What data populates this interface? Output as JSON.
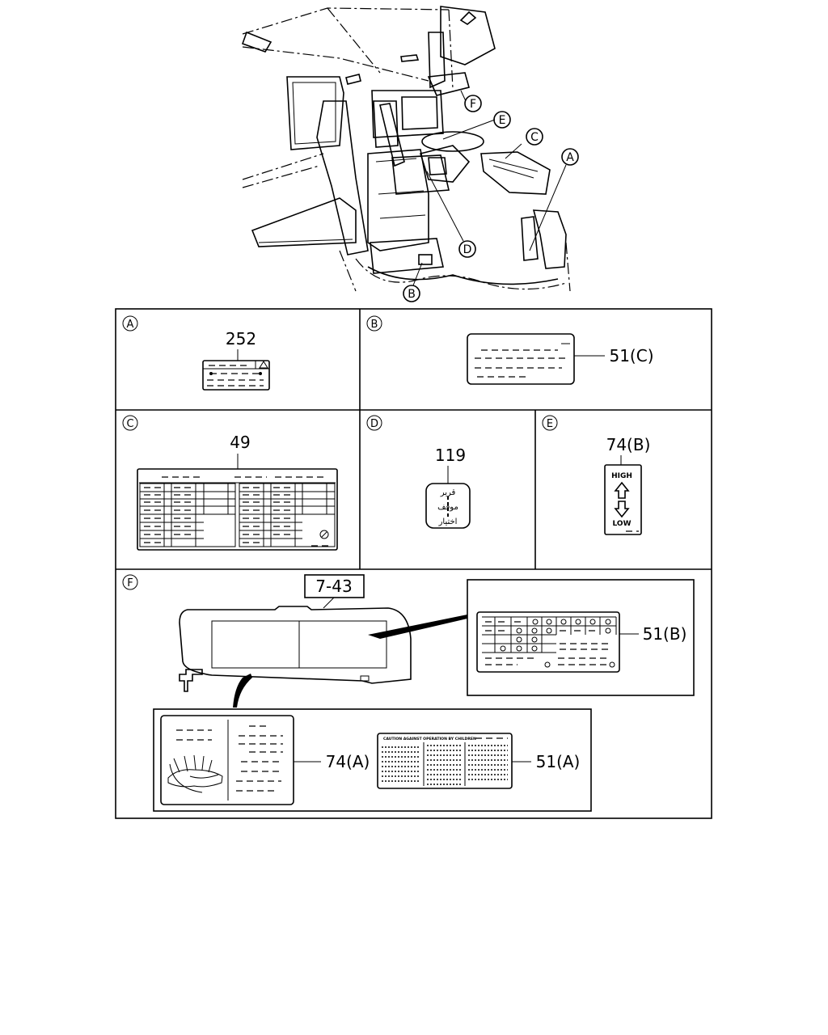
{
  "callouts": [
    "A",
    "B",
    "C",
    "D",
    "E",
    "F"
  ],
  "panels": {
    "A": {
      "letter": "A",
      "part": "252"
    },
    "B": {
      "letter": "B",
      "part": "51(C)"
    },
    "C": {
      "letter": "C",
      "part": "49"
    },
    "D": {
      "letter": "D",
      "part": "119",
      "label_text": [
        "قرير",
        "موقف",
        "اختيار"
      ]
    },
    "E": {
      "letter": "E",
      "part": "74(B)",
      "label_high": "HIGH",
      "label_low": "LOW"
    },
    "F": {
      "letter": "F",
      "visor_ref": "7-43",
      "part_51b": "51(B)",
      "part_74a": "74(A)",
      "part_51a": "51(A)",
      "label_51a_heading": "CAUTION AGAINST OPERATION BY CHILDREN"
    }
  }
}
